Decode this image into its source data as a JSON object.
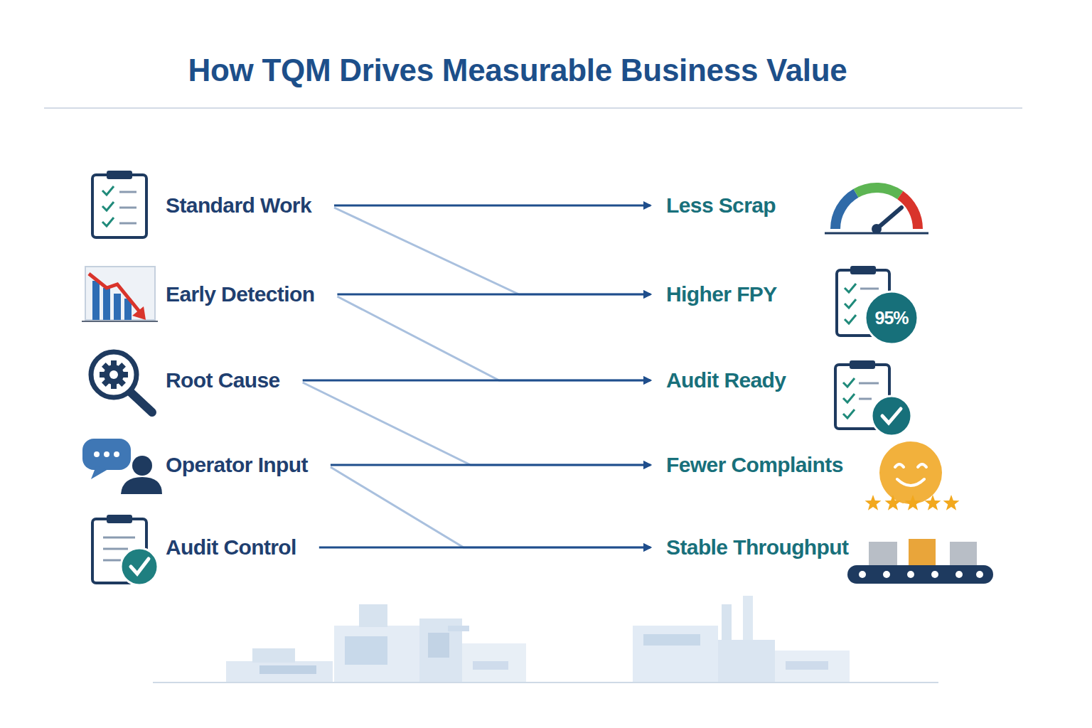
{
  "diagram": {
    "title": "How TQM Drives Measurable Business Value",
    "nodes": [
      {
        "text": [
          "Standard Work"
        ]
      },
      {
        "text": [
          "Early Detection"
        ]
      },
      {
        "text": [
          "Root Cause"
        ]
      },
      {
        "text": [
          "Operator Input"
        ]
      },
      {
        "text": [
          "Audit Control"
        ]
      },
      {
        "text": [
          "Less Scrap"
        ]
      },
      {
        "text": [
          "Higher FPY"
        ]
      },
      {
        "text": [
          "Audit Ready"
        ]
      },
      {
        "text": [
          "Fewer Complaints"
        ]
      },
      {
        "text": [
          "Stable Throughput"
        ]
      }
    ],
    "edges": [
      {
        "from": 0,
        "to": 5,
        "arrow": "to"
      },
      {
        "from": 1,
        "to": 6,
        "arrow": "to"
      },
      {
        "from": 2,
        "to": 7,
        "arrow": "to"
      },
      {
        "from": 3,
        "to": 8,
        "arrow": "to"
      },
      {
        "from": 4,
        "to": 9,
        "arrow": "to"
      },
      {
        "from": 0,
        "to": 6,
        "arrow": "to"
      },
      {
        "from": 1,
        "to": 7,
        "arrow": "to"
      },
      {
        "from": 2,
        "to": 8,
        "arrow": "to"
      },
      {
        "from": 3,
        "to": 9,
        "arrow": "to"
      }
    ],
    "labels": [
      "95%"
    ]
  }
}
